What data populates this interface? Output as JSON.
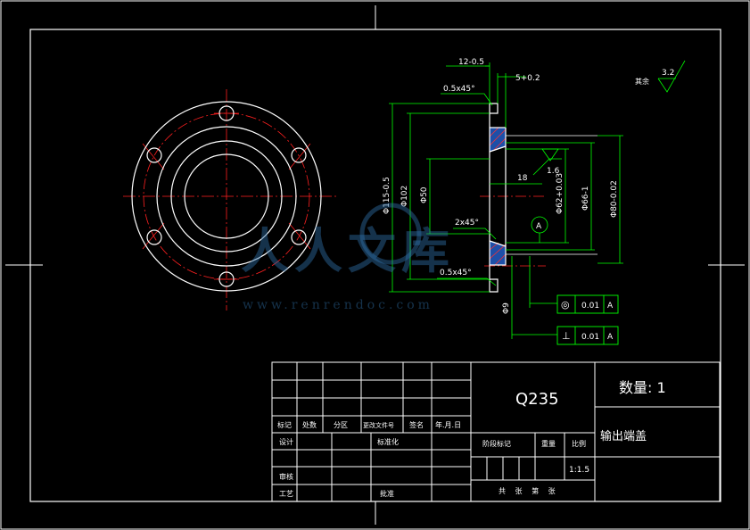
{
  "colors": {
    "background": "#000000",
    "outline": "#ffffff",
    "centerline": "#ff2020",
    "dimension": "#00ff00",
    "watermark": "#2f6fa6"
  },
  "dimensions": {
    "d_12": "12-0.5",
    "d_5": "5+0.2",
    "chamfer_top": "0.5x45°",
    "d_115": "Φ115-0.5",
    "d_102": "Φ102",
    "d_50": "Φ50",
    "d_18": "18",
    "roughness_1": "1.6",
    "d_62": "Φ62+0.03",
    "d_66": "Φ66-1",
    "d_80": "Φ80-0.02",
    "chamfer_2x45": "2x45°",
    "chamfer_bottom": "0.5x45°",
    "d_9": "Φ9",
    "datum": "A",
    "roughness_2": "3.2",
    "roughness_note": "其余"
  },
  "tolerances": {
    "concentricity": {
      "symbol": "◎",
      "value": "0.01",
      "datum": "A"
    },
    "perpendicularity": {
      "symbol": "⊥",
      "value": "0.01",
      "datum": "A"
    }
  },
  "title_block": {
    "material": "Q235",
    "quantity": "数量: 1",
    "part_name": "输出端盖",
    "scale": "1:1.5",
    "labels": {
      "biaoji": "标记",
      "chushu": "处数",
      "fenqu": "分区",
      "gengai": "更改文件号",
      "qianming": "签名",
      "nianyueri": "年.月.日",
      "sheji": "设计",
      "biaozhunhua": "标准化",
      "shenhe": "审核",
      "gongyi": "工艺",
      "pizhun": "批准",
      "jieduan": "阶段标记",
      "zhongliang": "重量",
      "bili": "比例",
      "gongzhang": "共 张 第 张"
    }
  },
  "watermark": {
    "text": "人人文库",
    "url": "www.renrendoc.com"
  }
}
